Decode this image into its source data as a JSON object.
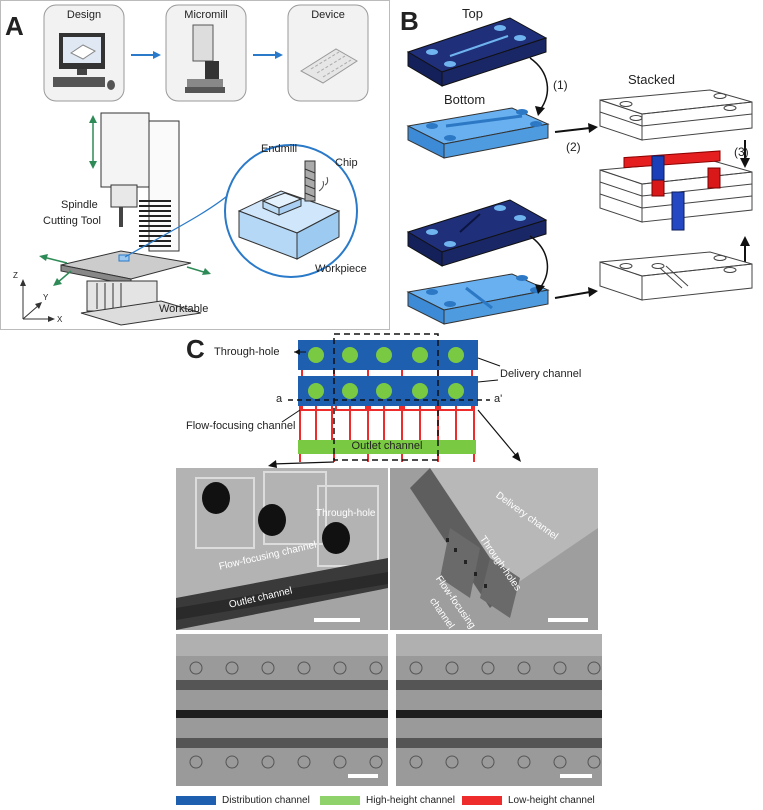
{
  "panels": {
    "a": {
      "letter": "A",
      "steps": [
        "Design",
        "Micromill",
        "Device"
      ],
      "labels": {
        "spindle": "Spindle",
        "cutting_tool": "Cutting Tool",
        "worktable": "Worktable",
        "endmill": "Endmill",
        "chip": "Chip",
        "workpiece": "Workpiece"
      },
      "axes": {
        "z": "Z",
        "y": "Y",
        "x": "X"
      }
    },
    "b": {
      "letter": "B",
      "top": "Top",
      "bottom": "Bottom",
      "stacked": "Stacked",
      "step1": "(1)",
      "step2": "(2)",
      "step3": "(3)"
    },
    "c": {
      "letter": "C",
      "through_hole": "Through-hole",
      "delivery_channel": "Delivery channel",
      "flow_focusing_channel": "Flow-focusing channel",
      "outlet_channel": "Outlet channel",
      "a": "a",
      "a_prime": "a'",
      "sem1": {
        "through_hole": "Through-hole",
        "flow_focusing": "Flow-focusing channel",
        "outlet": "Outlet channel"
      },
      "sem2": {
        "delivery": "Delivery channel",
        "through_holes": "Through-holes",
        "flow_focusing_line1": "Flow-focusing",
        "flow_focusing_line2": "channel"
      }
    }
  },
  "legend": [
    {
      "label": "Distribution channel",
      "color": "#1f5fb0"
    },
    {
      "label": "High-height channel",
      "color": "#8fd16a"
    },
    {
      "label": "Low-height channel",
      "color": "#ee2c2c"
    }
  ],
  "colors": {
    "dark_blue": "#1a2a6c",
    "light_blue": "#5aa9ea",
    "green_hole": "#7ac943",
    "red": "#e41e26"
  }
}
